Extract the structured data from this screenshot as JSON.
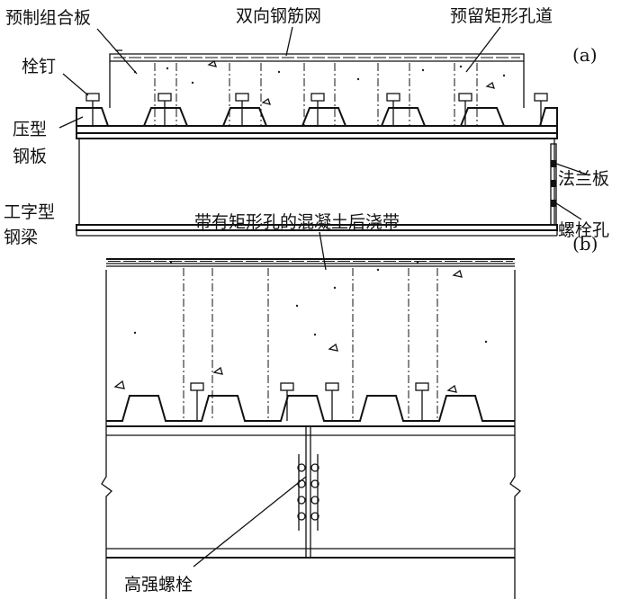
{
  "panel_a": {
    "tag": "(a)",
    "labels": {
      "prefab_panel": "预制组合板",
      "rebar_mesh": "双向钢筋网",
      "reserved_hole": "预留矩形孔道",
      "stud": "栓钉",
      "deck_line1": "压型",
      "deck_line2": "钢板",
      "flange_plate": "法兰板",
      "beam_line1": "工字型",
      "beam_line2": "钢梁",
      "bolt_hole": "螺栓孔"
    }
  },
  "panel_b": {
    "tag": "(b)",
    "labels": {
      "post_pour": "带有矩形孔的混凝土后浇带",
      "hs_bolt": "高强螺栓"
    }
  }
}
